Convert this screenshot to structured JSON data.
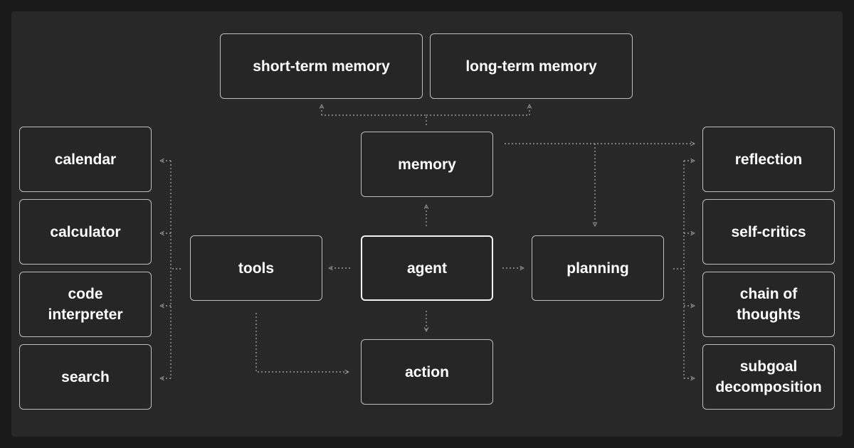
{
  "diagram": {
    "nodes": {
      "short_term_memory": "short-term memory",
      "long_term_memory": "long-term memory",
      "memory": "memory",
      "agent": "agent",
      "tools": "tools",
      "planning": "planning",
      "action": "action",
      "calendar": "calendar",
      "calculator": "calculator",
      "code_interpreter": "code\ninterpreter",
      "search": "search",
      "reflection": "reflection",
      "self_critics": "self-critics",
      "chain_of_thoughts": "chain of\nthoughts",
      "subgoal_decomposition": "subgoal\ndecomposition"
    },
    "edges": [
      [
        "agent",
        "memory"
      ],
      [
        "agent",
        "tools"
      ],
      [
        "agent",
        "planning"
      ],
      [
        "agent",
        "action"
      ],
      [
        "memory",
        "short_term_memory"
      ],
      [
        "memory",
        "long_term_memory"
      ],
      [
        "memory",
        "planning"
      ],
      [
        "memory",
        "reflection"
      ],
      [
        "tools",
        "action"
      ],
      [
        "tools",
        "calendar"
      ],
      [
        "tools",
        "calculator"
      ],
      [
        "tools",
        "code_interpreter"
      ],
      [
        "tools",
        "search"
      ],
      [
        "planning",
        "reflection"
      ],
      [
        "planning",
        "self_critics"
      ],
      [
        "planning",
        "chain_of_thoughts"
      ],
      [
        "planning",
        "subgoal_decomposition"
      ]
    ],
    "colors": {
      "background": "#282828",
      "node_fill": "#262626",
      "node_border": "#bdbdbd",
      "text": "#ffffff",
      "connector": "#9a9a9a"
    }
  }
}
